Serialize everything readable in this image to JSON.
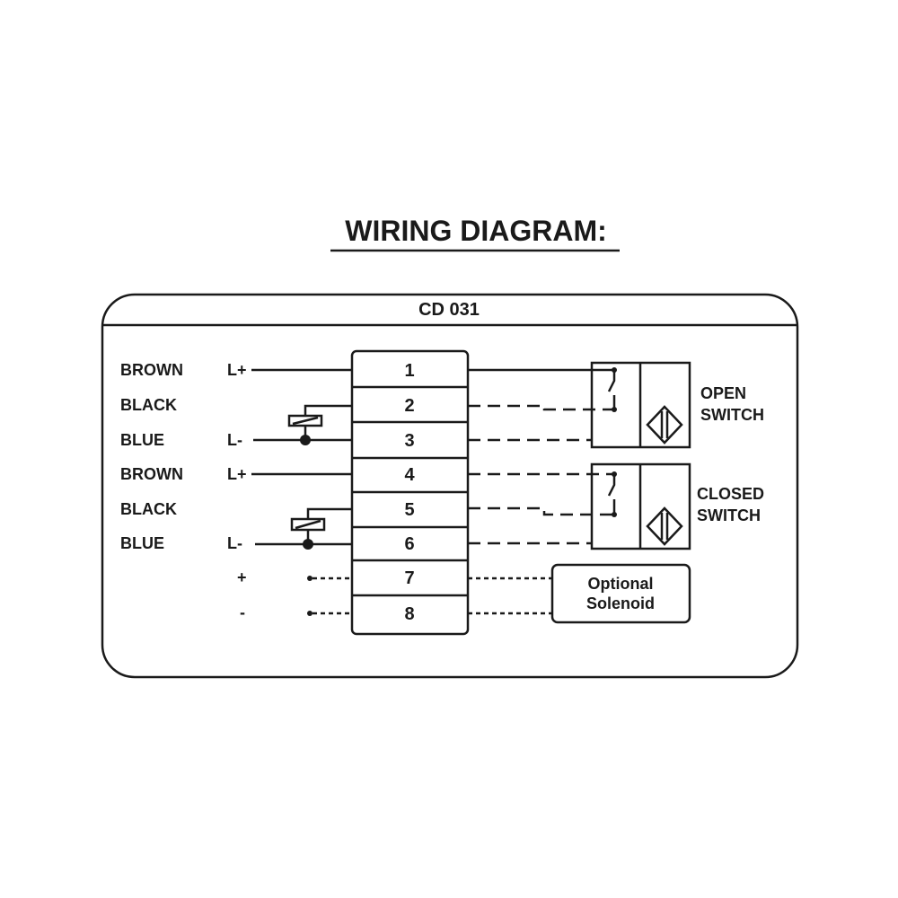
{
  "title": "WIRING DIAGRAM:",
  "model": "CD 031",
  "wires": [
    {
      "color": "BROWN",
      "polarity": "L+"
    },
    {
      "color": "BLACK",
      "polarity": ""
    },
    {
      "color": "BLUE",
      "polarity": "L-"
    },
    {
      "color": "BROWN",
      "polarity": "L+"
    },
    {
      "color": "BLACK",
      "polarity": ""
    },
    {
      "color": "BLUE",
      "polarity": "L-"
    }
  ],
  "aux": [
    {
      "polarity": "+"
    },
    {
      "polarity": "-"
    }
  ],
  "terminals": [
    "1",
    "2",
    "3",
    "4",
    "5",
    "6",
    "7",
    "8"
  ],
  "switches": [
    {
      "line1": "OPEN",
      "line2": "SWITCH"
    },
    {
      "line1": "CLOSED",
      "line2": "SWITCH"
    }
  ],
  "solenoid": {
    "line1": "Optional",
    "line2": "Solenoid"
  }
}
